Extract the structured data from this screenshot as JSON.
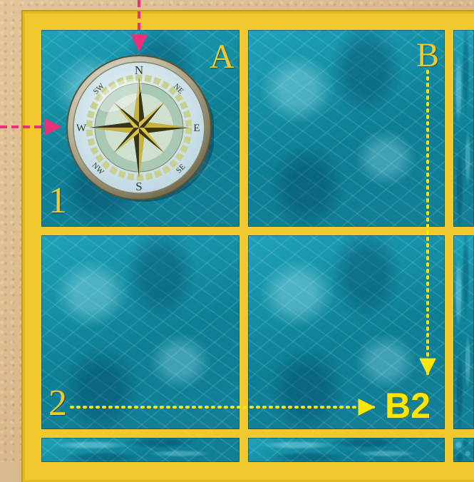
{
  "board": {
    "columns": [
      "A",
      "B"
    ],
    "rows": [
      "1",
      "2"
    ]
  },
  "compass": {
    "directions": [
      "N",
      "NE",
      "E",
      "SE",
      "S",
      "SW",
      "W",
      "NW"
    ]
  },
  "annotation": {
    "coordinate": "B2",
    "guide_color": "#ffe600",
    "pointer_color": "#e8317a"
  },
  "colors": {
    "frame": "#f1c92e",
    "water": "#1596ad"
  }
}
